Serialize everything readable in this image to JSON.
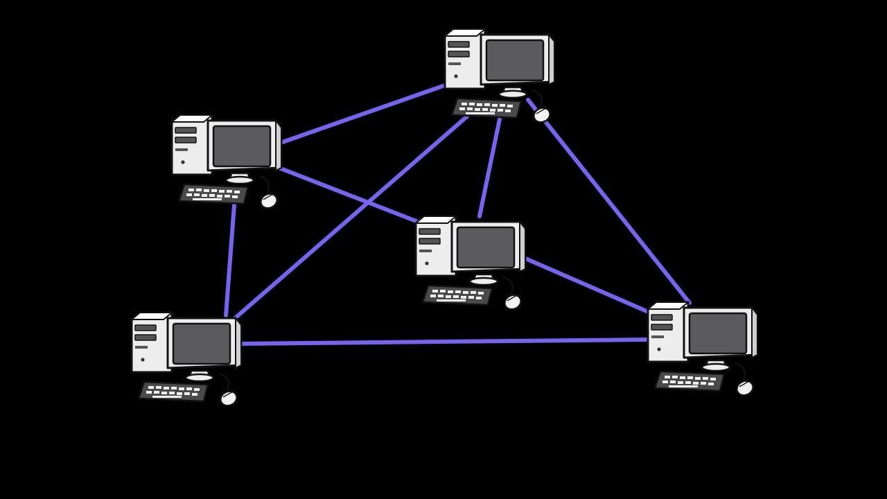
{
  "diagram": {
    "type": "mesh-network",
    "colors": {
      "background": "#000000",
      "link": "#7B61F0",
      "case": "#EDEDED",
      "case_shade": "#CFCFCF",
      "screen": "#5B5B5E",
      "keyboard": "#4A4A4A",
      "outline": "#111111"
    },
    "nodes": [
      {
        "id": "top",
        "icon": "desktop-computer-icon"
      },
      {
        "id": "upper-left",
        "icon": "desktop-computer-icon"
      },
      {
        "id": "center",
        "icon": "desktop-computer-icon"
      },
      {
        "id": "lower-left",
        "icon": "desktop-computer-icon"
      },
      {
        "id": "lower-right",
        "icon": "desktop-computer-icon"
      }
    ],
    "links": [
      {
        "from": "upper-left",
        "to": "top"
      },
      {
        "from": "upper-left",
        "to": "center"
      },
      {
        "from": "upper-left",
        "to": "lower-left"
      },
      {
        "from": "top",
        "to": "lower-left"
      },
      {
        "from": "top",
        "to": "center"
      },
      {
        "from": "top",
        "to": "lower-right"
      },
      {
        "from": "center",
        "to": "lower-right"
      },
      {
        "from": "lower-left",
        "to": "lower-right"
      }
    ]
  }
}
